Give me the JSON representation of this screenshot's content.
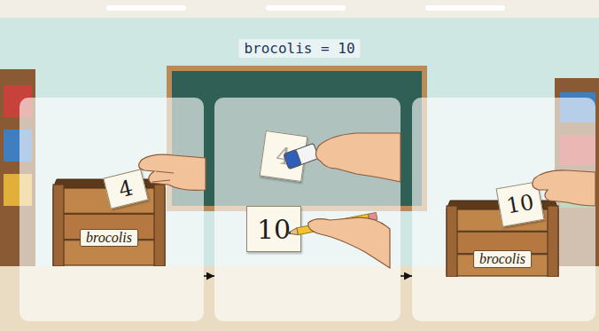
{
  "diagram": {
    "title": "brocolis = 10",
    "nodes": [
      {
        "text": []
      },
      {
        "text": [
          "brocolis"
        ],
        "in": 0
      },
      {
        "text": [
          "4"
        ],
        "in": 0
      },
      {
        "text": []
      },
      {
        "text": [
          "4"
        ],
        "in": 3
      },
      {
        "text": [
          "10"
        ],
        "in": 3
      },
      {
        "text": []
      },
      {
        "text": [
          "brocolis"
        ],
        "in": 6
      },
      {
        "text": [
          "10"
        ],
        "in": 6
      }
    ],
    "edges": [
      {
        "from": 0,
        "to": 3,
        "arrow": "to"
      },
      {
        "from": 3,
        "to": 6,
        "arrow": "to"
      }
    ]
  }
}
